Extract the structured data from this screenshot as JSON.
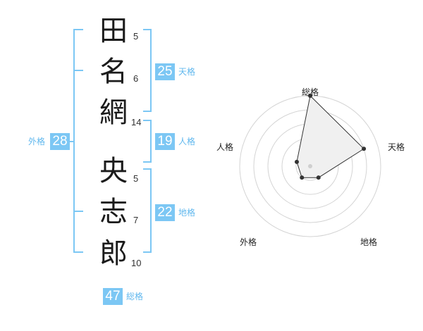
{
  "name": {
    "characters": [
      {
        "char": "田",
        "strokes": "5"
      },
      {
        "char": "名",
        "strokes": "6"
      },
      {
        "char": "網",
        "strokes": "14"
      },
      {
        "char": "央",
        "strokes": "5"
      },
      {
        "char": "志",
        "strokes": "7"
      },
      {
        "char": "郎",
        "strokes": "10"
      }
    ]
  },
  "fortune": {
    "tenkaku": {
      "value": "25",
      "label": "天格"
    },
    "jinkaku": {
      "value": "19",
      "label": "人格"
    },
    "chikaku": {
      "value": "22",
      "label": "地格"
    },
    "gaikaku": {
      "value": "28",
      "label": "外格"
    },
    "soukaku": {
      "value": "47",
      "label": "総格"
    }
  },
  "radar": {
    "axes": [
      "総格",
      "天格",
      "地格",
      "外格",
      "人格"
    ],
    "levels": 5,
    "scores": {
      "総格": 5,
      "天格": 4,
      "地格": 1,
      "外格": 1,
      "人格": 1
    },
    "colors": {
      "grid": "#d4d4d4",
      "fill": "#f0f0f0",
      "line": "#333333",
      "center": "#cfcfcf"
    }
  }
}
